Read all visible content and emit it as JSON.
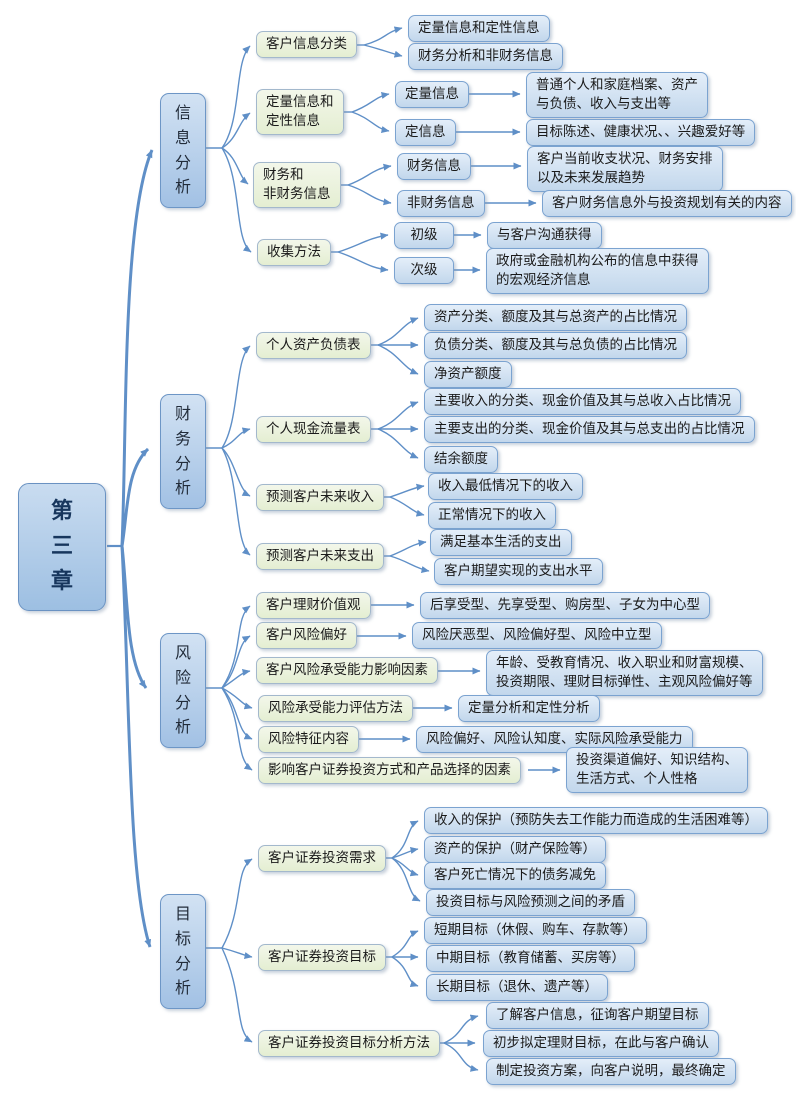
{
  "accent_colors": {
    "connector_blue": "#5f8fc7",
    "leaf_fill_top": "#e4eef9",
    "leaf_fill_bottom": "#c2d7ec",
    "level2_fill_top": "#f3f7ea",
    "level2_fill_bottom": "#e4eed2",
    "level1_fill_top": "#d2e2f3",
    "level1_fill_bottom": "#a2c1e4",
    "root_text": "#17365d"
  },
  "nodes": {
    "root": "第\n三\n章",
    "b1": "信\n息\n分\n析",
    "b2": "财\n务\n分\n析",
    "b3": "风\n险\n分\n析",
    "b4": "目\n标\n分\n析",
    "kxfl": "客户信息分类",
    "leaf1a": "定量信息和定性信息",
    "leaf1b": "财务分析和非财务信息",
    "dlx": "定量信息和\n定性信息",
    "dl": "定量信息",
    "dlleaf": "普通个人和家庭档案、资产\n与负债、收入与支出等",
    "dx": "定信息",
    "dxleaf": "目标陈述、健康状况、、兴趣爱好等",
    "cwf": "财务和\n非财务信息",
    "cw": "财务信息",
    "cwleaf": "客户当前收支状况、财务安排\n以及未来发展趋势",
    "fcw": "非财务信息",
    "fcwleaf": "客户财务信息外与投资规划有关的内容",
    "sj": "收集方法",
    "cj": "初级",
    "cjleaf": "与客户沟通获得",
    "cij": "次级",
    "cijleaf": "政府或金融机构公布的信息中获得\n的宏观经济信息",
    "zcfz": "个人资产负债表",
    "z1": "资产分类、额度及其与总资产的占比情况",
    "z2": "负债分类、额度及其与总负债的占比情况",
    "z3": "净资产额度",
    "xjll": "个人现金流量表",
    "x1": "主要收入的分类、现金价值及其与总收入占比情况",
    "x2": "主要支出的分类、现金价值及其与总支出的占比情况",
    "x3": "结余额度",
    "ycsr": "预测客户未来收入",
    "y1": "收入最低情况下的收入",
    "y2": "正常情况下的收入",
    "yczc": "预测客户未来支出",
    "zc1": "满足基本生活的支出",
    "zc2": "客户期望实现的支出水平",
    "lcjz": "客户理财价值观",
    "lcjzleaf": "后享受型、先享受型、购房型、子女为中心型",
    "fxph": "客户风险偏好",
    "fxphleaf": "风险厌恶型、风险偏好型、风险中立型",
    "cs": "客户风险承受能力影响因素",
    "csleaf": "年龄、受教育情况、收入职业和财富规模、\n投资期限、理财目标弹性、主观风险偏好等",
    "pg": "风险承受能力评估方法",
    "pgleaf": "定量分析和定性分析",
    "tz": "风险特征内容",
    "tzleaf": "风险偏好、风险认知度、实际风险承受能力",
    "yx": "影响客户证券投资方式和产品选择的因素",
    "yxleaf": "投资渠道偏好、知识结构、\n生活方式、个人性格",
    "xq": "客户证券投资需求",
    "xq1": "收入的保护（预防失去工作能力而造成的生活困难等）",
    "xq2": "资产的保护（财产保险等）",
    "xq3": "客户死亡情况下的债务减免",
    "xq4": "投资目标与风险预测之间的矛盾",
    "mb": "客户证券投资目标",
    "mb1": "短期目标（休假、购车、存款等）",
    "mb2": "中期目标（教育储蓄、买房等）",
    "mb3": "长期目标（退休、遗产等）",
    "ff": "客户证券投资目标分析方法",
    "ff1": "了解客户信息，征询客户期望目标",
    "ff2": "初步拟定理财目标，在此与客户确认",
    "ff3": "制定投资方案，向客户说明，最终确定"
  }
}
